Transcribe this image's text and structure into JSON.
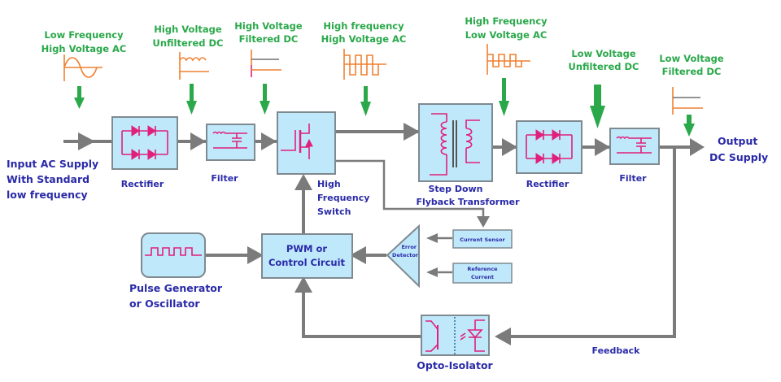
{
  "title": "SMPS Block Diagram",
  "waveform_labels": [
    {
      "id": "lf-hv-ac",
      "line1": "Low Frequency",
      "line2": "High Voltage AC",
      "waveform": "sine"
    },
    {
      "id": "hv-unfiltered-dc",
      "line1": "High Voltage",
      "line2": "Unfiltered DC",
      "waveform": "rippled-dc"
    },
    {
      "id": "hv-filtered-dc",
      "line1": "High Voltage",
      "line2": "Filtered DC",
      "waveform": "flat-dc"
    },
    {
      "id": "hf-hv-ac",
      "line1": "High frequency",
      "line2": "High Voltage AC",
      "waveform": "square"
    },
    {
      "id": "hf-lv-ac",
      "line1": "High Frequency",
      "line2": "Low Voltage AC",
      "waveform": "square-small"
    },
    {
      "id": "lv-unfiltered-dc",
      "line1": "Low Voltage",
      "line2": "Unfiltered DC",
      "waveform": "none"
    },
    {
      "id": "lv-filtered-dc",
      "line1": "Low Voltage",
      "line2": "Filtered DC",
      "waveform": "flat-dc"
    }
  ],
  "input": {
    "line1": "Input AC Supply",
    "line2": "With Standard",
    "line3": "low frequency"
  },
  "output": {
    "line1": "Output",
    "line2": "DC Supply"
  },
  "blocks": {
    "rectifier1": {
      "label": "Rectifier",
      "icon": "diode-bridge-icon"
    },
    "filter1": {
      "label": "Filter",
      "icon": "lc-filter-icon"
    },
    "switch": {
      "line1": "High",
      "line2": "Frequency",
      "line3": "Switch",
      "icon": "mosfet-icon"
    },
    "transformer": {
      "line1": "Step Down",
      "line2": "Flyback Transformer",
      "icon": "transformer-icon"
    },
    "rectifier2": {
      "label": "Rectifier",
      "icon": "diode-bridge-icon"
    },
    "filter2": {
      "label": "Filter",
      "icon": "lc-filter-icon"
    },
    "pwm": {
      "line1": "PWM or",
      "line2": "Control Circuit"
    },
    "pulse_gen": {
      "line1": "Pulse Generator",
      "line2": "or Oscillator",
      "icon": "pulse-wave-icon"
    },
    "error_detector": {
      "line1": "Error",
      "line2": "Detector"
    },
    "current_sensor": {
      "label": "Current Sensor"
    },
    "reference_current": {
      "line1": "Reference",
      "line2": "Current"
    },
    "opto_isolator": {
      "label": "Opto-Isolator",
      "icon": "optocoupler-icon"
    },
    "feedback": {
      "label": "Feedback"
    }
  },
  "colors": {
    "label_green": "#2aa84a",
    "label_blue": "#2a2aa8",
    "block_fill": "#bfe8fb",
    "wire_gray": "#7b7b7b",
    "symbol_pink": "#e0207a",
    "waveform_orange": "#f08030"
  }
}
